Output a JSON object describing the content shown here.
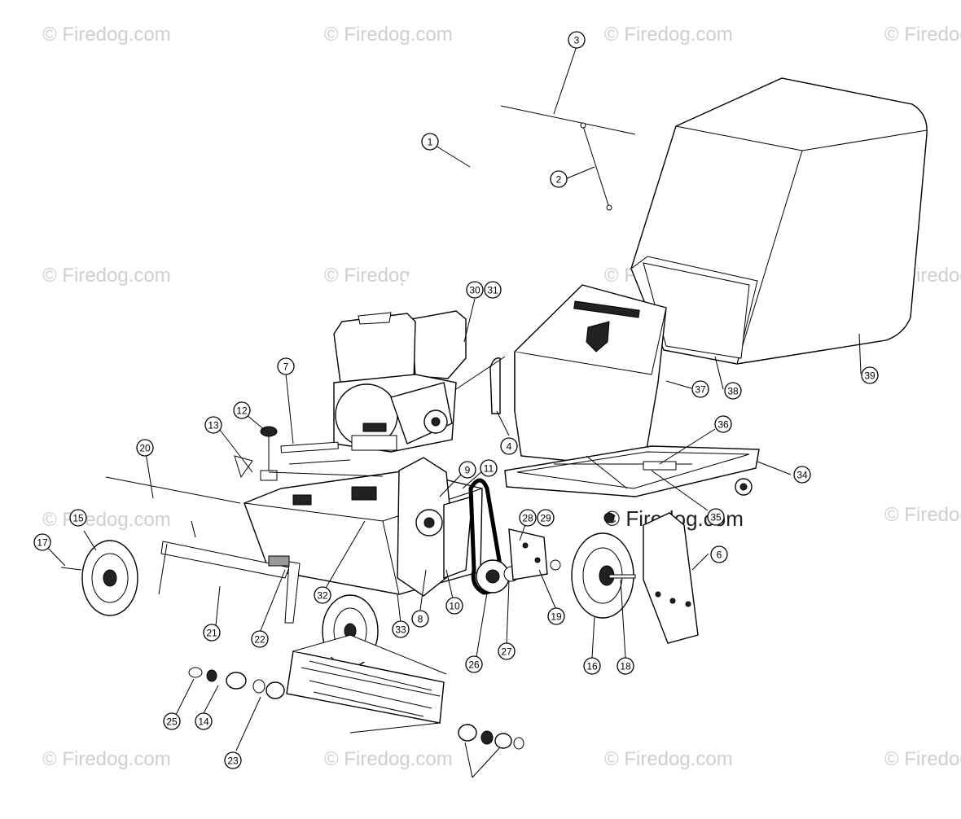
{
  "watermarks": {
    "text": "© Firedog.com",
    "featured_text": "© Firedog.com"
  },
  "callouts": [
    {
      "n": "1"
    },
    {
      "n": "2"
    },
    {
      "n": "3"
    },
    {
      "n": "4"
    },
    {
      "n": "6"
    },
    {
      "n": "7"
    },
    {
      "n": "8"
    },
    {
      "n": "9"
    },
    {
      "n": "10"
    },
    {
      "n": "11"
    },
    {
      "n": "12"
    },
    {
      "n": "13"
    },
    {
      "n": "14"
    },
    {
      "n": "15"
    },
    {
      "n": "16"
    },
    {
      "n": "17"
    },
    {
      "n": "18"
    },
    {
      "n": "19"
    },
    {
      "n": "20"
    },
    {
      "n": "21"
    },
    {
      "n": "22"
    },
    {
      "n": "23"
    },
    {
      "n": "25"
    },
    {
      "n": "26"
    },
    {
      "n": "27"
    },
    {
      "n": "28"
    },
    {
      "n": "29"
    },
    {
      "n": "30"
    },
    {
      "n": "31"
    },
    {
      "n": "32"
    },
    {
      "n": "33"
    },
    {
      "n": "34"
    },
    {
      "n": "35"
    },
    {
      "n": "36"
    },
    {
      "n": "37"
    },
    {
      "n": "38"
    },
    {
      "n": "39"
    }
  ]
}
